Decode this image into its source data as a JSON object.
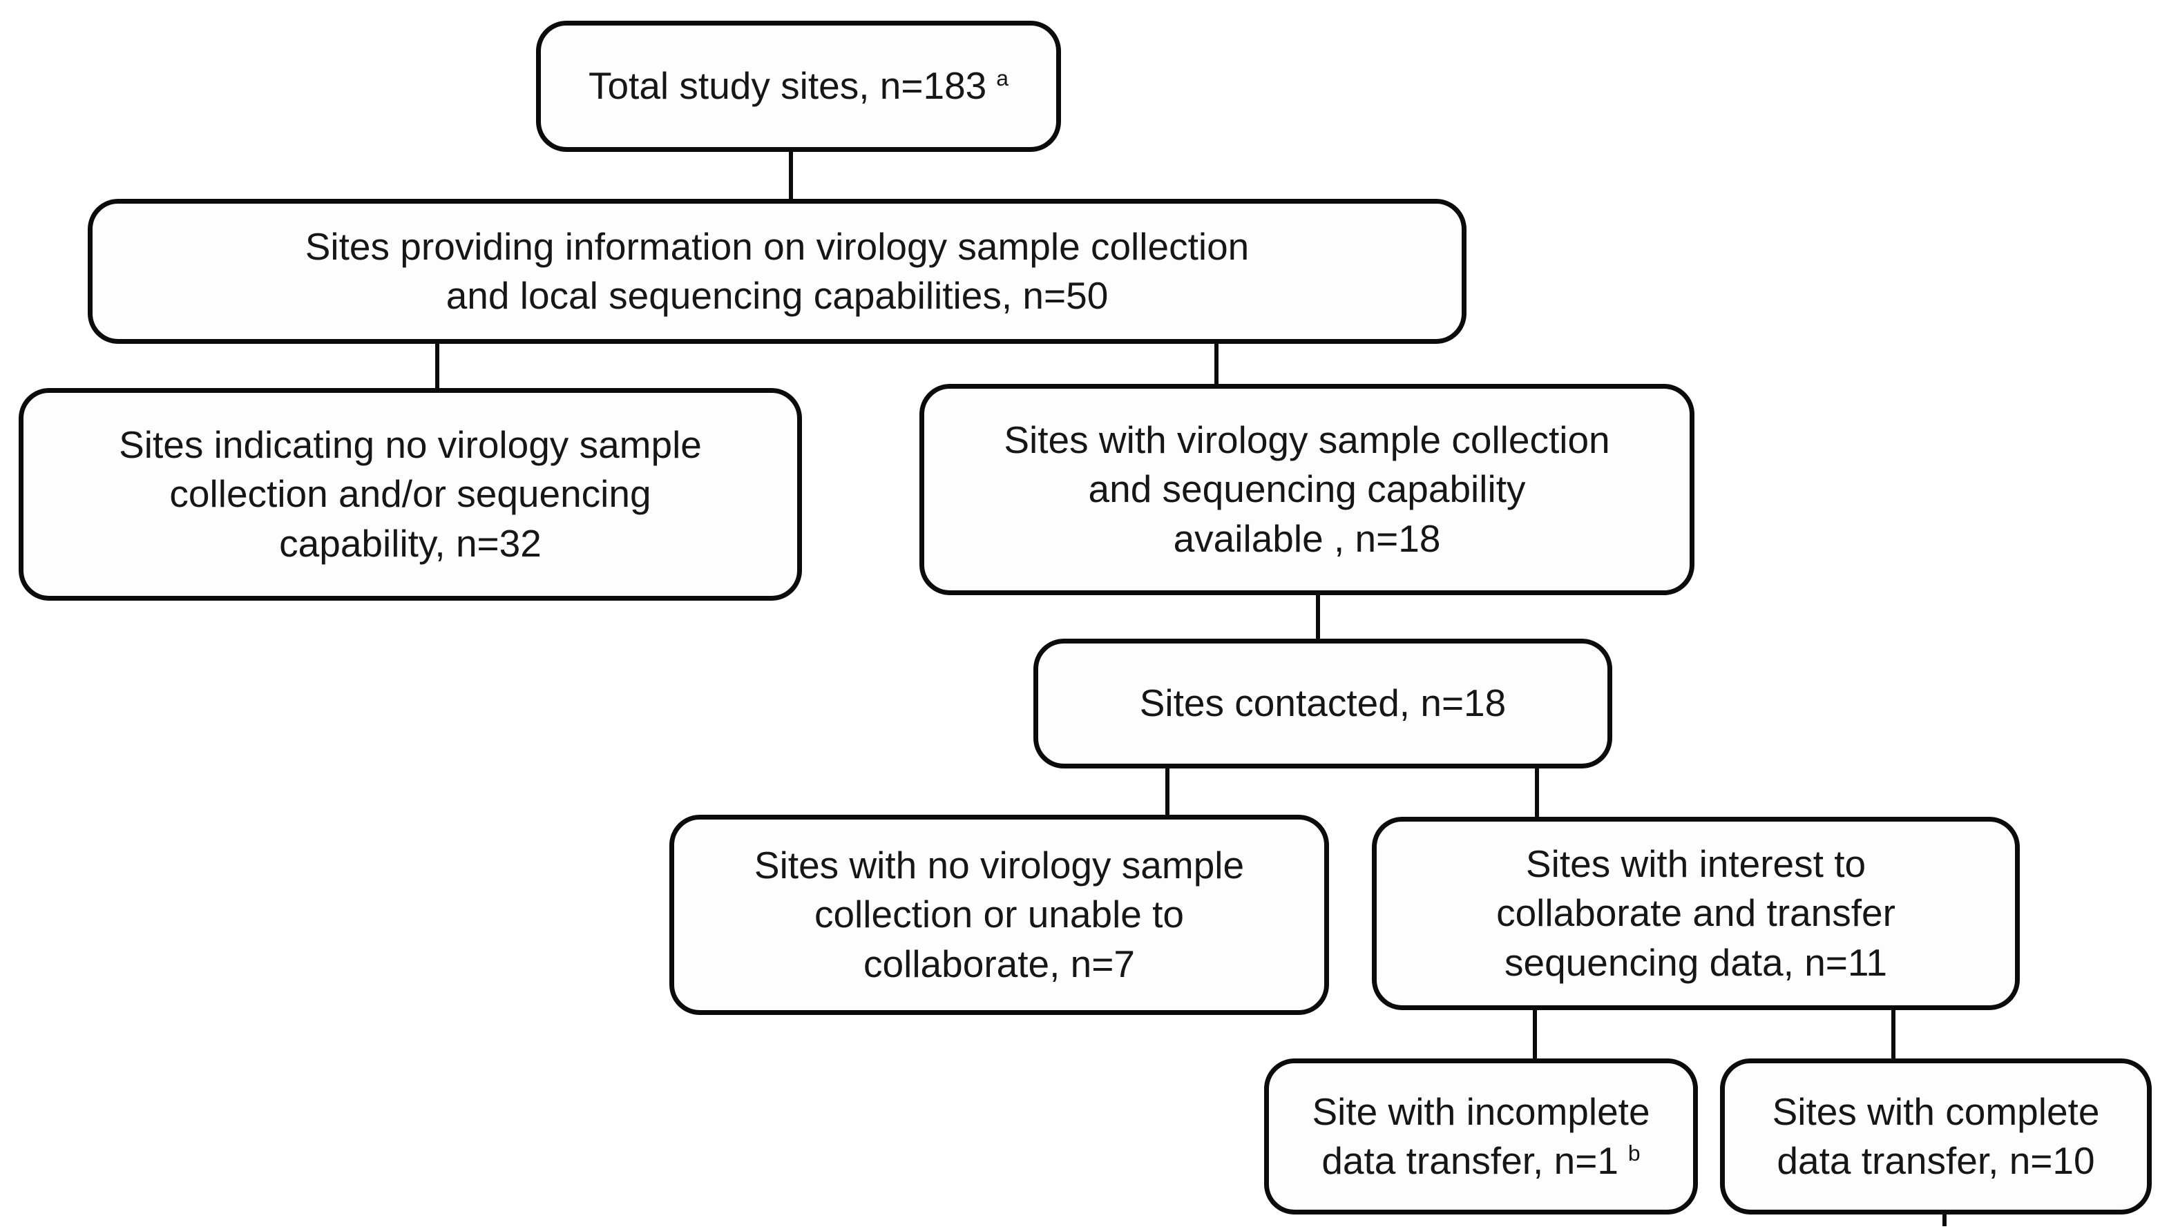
{
  "colors": {
    "border": "#0b0b0b",
    "background": "#ffffff",
    "text": "#161616"
  },
  "boxes": {
    "total": {
      "lines": [
        "Total study sites, n=183"
      ],
      "sup": "a"
    },
    "providing": {
      "lines": [
        "Sites providing information on virology sample collection",
        "and local sequencing capabilities, n=50"
      ]
    },
    "no_capability": {
      "lines": [
        "Sites indicating no virology sample",
        "collection and/or sequencing",
        "capability, n=32"
      ]
    },
    "with_capability": {
      "lines": [
        "Sites with virology sample collection",
        "and sequencing capability",
        "available , n=18"
      ]
    },
    "contacted": {
      "lines": [
        "Sites contacted, n=18"
      ]
    },
    "no_collection": {
      "lines": [
        "Sites with no virology sample",
        "collection or unable to",
        "collaborate, n=7"
      ]
    },
    "interest": {
      "lines": [
        "Sites with interest to",
        "collaborate and transfer",
        "sequencing data, n=11"
      ]
    },
    "incomplete": {
      "lines": [
        "Site with incomplete",
        "data transfer, n=1"
      ],
      "sup": "b"
    },
    "complete": {
      "lines": [
        "Sites with complete",
        "data transfer, n=10"
      ]
    }
  }
}
